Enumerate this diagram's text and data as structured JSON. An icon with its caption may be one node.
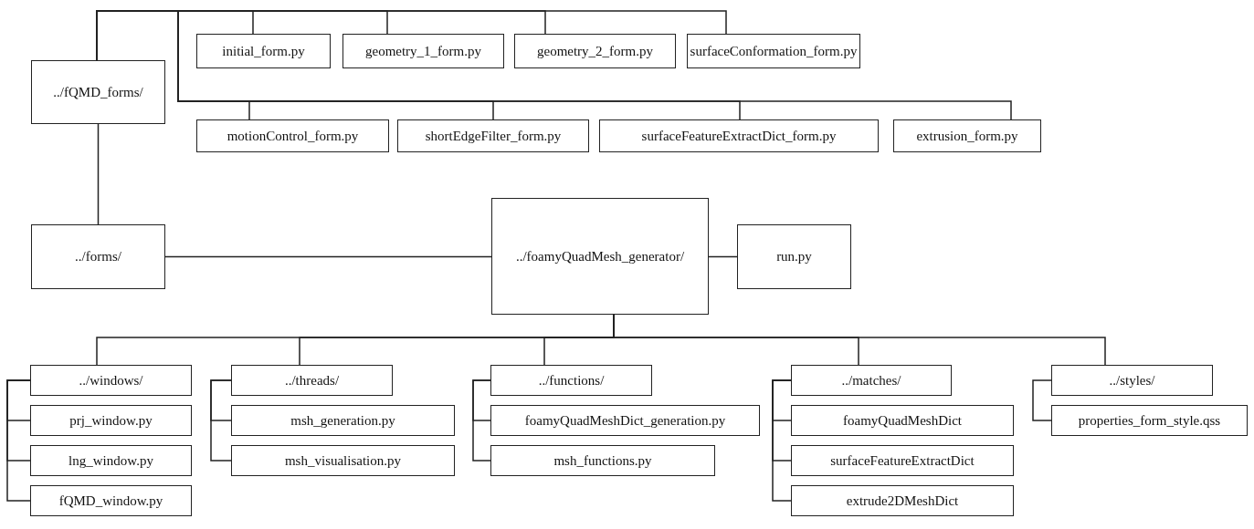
{
  "diagram": {
    "nodes": [
      {
        "text": [
          "../fQMD_forms/"
        ]
      },
      {
        "text": [
          "initial_form.py"
        ]
      },
      {
        "text": [
          "geometry_1_form.py"
        ]
      },
      {
        "text": [
          "geometry_2_form.py"
        ]
      },
      {
        "text": [
          "surfaceConformation_form.py"
        ]
      },
      {
        "text": [
          "motionControl_form.py"
        ]
      },
      {
        "text": [
          "shortEdgeFilter_form.py"
        ]
      },
      {
        "text": [
          "surfaceFeatureExtractDict_form.py"
        ]
      },
      {
        "text": [
          "extrusion_form.py"
        ]
      },
      {
        "text": [
          "../forms/"
        ]
      },
      {
        "text": [
          "../foamyQuadMesh_generator/"
        ]
      },
      {
        "text": [
          "run.py"
        ]
      },
      {
        "text": [
          "../windows/"
        ]
      },
      {
        "text": [
          "prj_window.py"
        ]
      },
      {
        "text": [
          "lng_window.py"
        ]
      },
      {
        "text": [
          "fQMD_window.py"
        ]
      },
      {
        "text": [
          "../threads/"
        ]
      },
      {
        "text": [
          "msh_generation.py"
        ]
      },
      {
        "text": [
          "msh_visualisation.py"
        ]
      },
      {
        "text": [
          "../functions/"
        ]
      },
      {
        "text": [
          "foamyQuadMeshDict_generation.py"
        ]
      },
      {
        "text": [
          "msh_functions.py"
        ]
      },
      {
        "text": [
          "../matches/"
        ]
      },
      {
        "text": [
          "foamyQuadMeshDict"
        ]
      },
      {
        "text": [
          "surfaceFeatureExtractDict"
        ]
      },
      {
        "text": [
          "extrude2DMeshDict"
        ]
      },
      {
        "text": [
          "../styles/"
        ]
      },
      {
        "text": [
          "properties_form_style.qss"
        ]
      }
    ],
    "edges": [
      {
        "from": 0,
        "to": 1,
        "arrow": "none"
      },
      {
        "from": 0,
        "to": 2,
        "arrow": "none"
      },
      {
        "from": 0,
        "to": 3,
        "arrow": "none"
      },
      {
        "from": 0,
        "to": 4,
        "arrow": "none"
      },
      {
        "from": 0,
        "to": 5,
        "arrow": "none"
      },
      {
        "from": 0,
        "to": 6,
        "arrow": "none"
      },
      {
        "from": 0,
        "to": 7,
        "arrow": "none"
      },
      {
        "from": 0,
        "to": 8,
        "arrow": "none"
      },
      {
        "from": 9,
        "to": 0,
        "arrow": "none"
      },
      {
        "from": 10,
        "to": 9,
        "arrow": "none"
      },
      {
        "from": 10,
        "to": 11,
        "arrow": "none"
      },
      {
        "from": 10,
        "to": 12,
        "arrow": "none"
      },
      {
        "from": 10,
        "to": 16,
        "arrow": "none"
      },
      {
        "from": 10,
        "to": 19,
        "arrow": "none"
      },
      {
        "from": 10,
        "to": 22,
        "arrow": "none"
      },
      {
        "from": 10,
        "to": 26,
        "arrow": "none"
      },
      {
        "from": 12,
        "to": 13,
        "arrow": "none"
      },
      {
        "from": 12,
        "to": 14,
        "arrow": "none"
      },
      {
        "from": 12,
        "to": 15,
        "arrow": "none"
      },
      {
        "from": 16,
        "to": 17,
        "arrow": "none"
      },
      {
        "from": 16,
        "to": 18,
        "arrow": "none"
      },
      {
        "from": 19,
        "to": 20,
        "arrow": "none"
      },
      {
        "from": 19,
        "to": 21,
        "arrow": "none"
      },
      {
        "from": 22,
        "to": 23,
        "arrow": "none"
      },
      {
        "from": 22,
        "to": 24,
        "arrow": "none"
      },
      {
        "from": 22,
        "to": 25,
        "arrow": "none"
      },
      {
        "from": 26,
        "to": 27,
        "arrow": "none"
      }
    ]
  }
}
